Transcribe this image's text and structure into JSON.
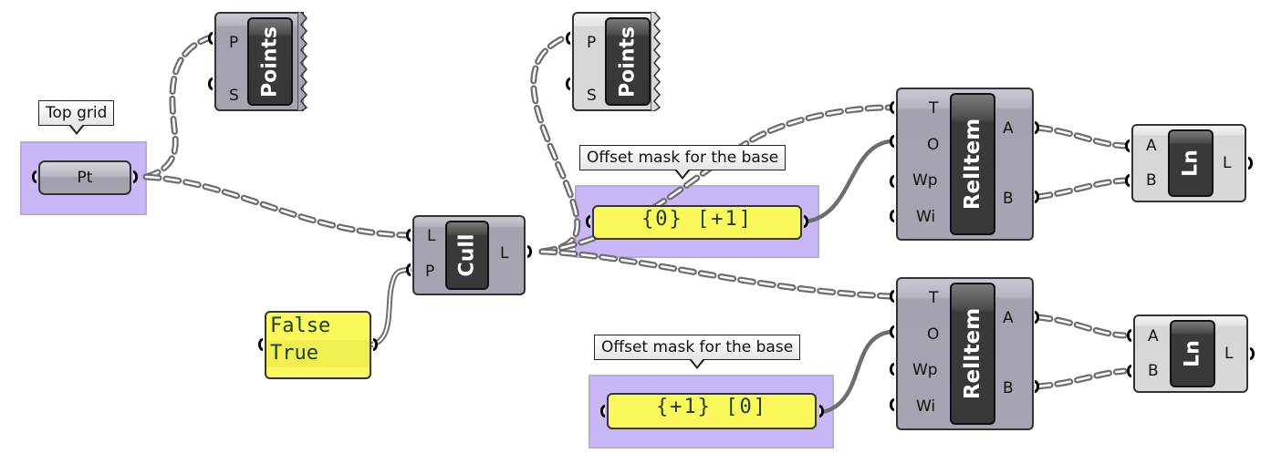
{
  "canvas": {
    "background": "#ffffff",
    "group_color": "#c8b8f8",
    "panel_color": "#fbf85c",
    "wire_color": "#6e6e6e"
  },
  "groups": [
    {
      "id": "top-grid",
      "label": "Top grid"
    },
    {
      "id": "mask-1",
      "label": "Offset mask for the base"
    },
    {
      "id": "mask-2",
      "label": "Offset mask for the base"
    }
  ],
  "components": {
    "pt": {
      "name": "Pt",
      "outputs": []
    },
    "points1": {
      "name": "Points",
      "inputs": [
        "P",
        "S"
      ],
      "state": "enabled"
    },
    "points2": {
      "name": "Points",
      "inputs": [
        "P",
        "S"
      ],
      "state": "preview-off"
    },
    "cull": {
      "name": "Cull",
      "inputs": [
        "L",
        "P"
      ],
      "outputs": [
        "L"
      ]
    },
    "relitem1": {
      "name": "RelItem",
      "inputs": [
        "T",
        "O",
        "Wp",
        "Wi"
      ],
      "outputs": [
        "A",
        "B"
      ]
    },
    "relitem2": {
      "name": "RelItem",
      "inputs": [
        "T",
        "O",
        "Wp",
        "Wi"
      ],
      "outputs": [
        "A",
        "B"
      ]
    },
    "ln1": {
      "name": "Ln",
      "inputs": [
        "A",
        "B"
      ],
      "outputs": [
        "L"
      ],
      "state": "preview-off"
    },
    "ln2": {
      "name": "Ln",
      "inputs": [
        "A",
        "B"
      ],
      "outputs": [
        "L"
      ],
      "state": "preview-off"
    }
  },
  "panels": {
    "pattern": {
      "lines": [
        "False",
        "True"
      ]
    },
    "mask1": {
      "text": "{0} [+1]"
    },
    "mask2": {
      "text": "{+1} [0]"
    }
  },
  "wires": [
    {
      "from": "pt.out",
      "to": "points1.P",
      "style": "dashed"
    },
    {
      "from": "pt.out",
      "to": "cull.L",
      "style": "dashed"
    },
    {
      "from": "pattern.out",
      "to": "cull.P",
      "style": "double"
    },
    {
      "from": "cull.L",
      "to": "points2.P",
      "style": "dashed"
    },
    {
      "from": "cull.L",
      "to": "relitem1.T",
      "style": "dashed"
    },
    {
      "from": "cull.L",
      "to": "relitem2.T",
      "style": "dashed"
    },
    {
      "from": "mask1.out",
      "to": "relitem1.O",
      "style": "solid"
    },
    {
      "from": "mask2.out",
      "to": "relitem2.O",
      "style": "solid"
    },
    {
      "from": "relitem1.A",
      "to": "ln1.A",
      "style": "dashed"
    },
    {
      "from": "relitem1.B",
      "to": "ln1.B",
      "style": "dashed"
    },
    {
      "from": "relitem2.A",
      "to": "ln2.A",
      "style": "dashed"
    },
    {
      "from": "relitem2.B",
      "to": "ln2.B",
      "style": "dashed"
    }
  ]
}
